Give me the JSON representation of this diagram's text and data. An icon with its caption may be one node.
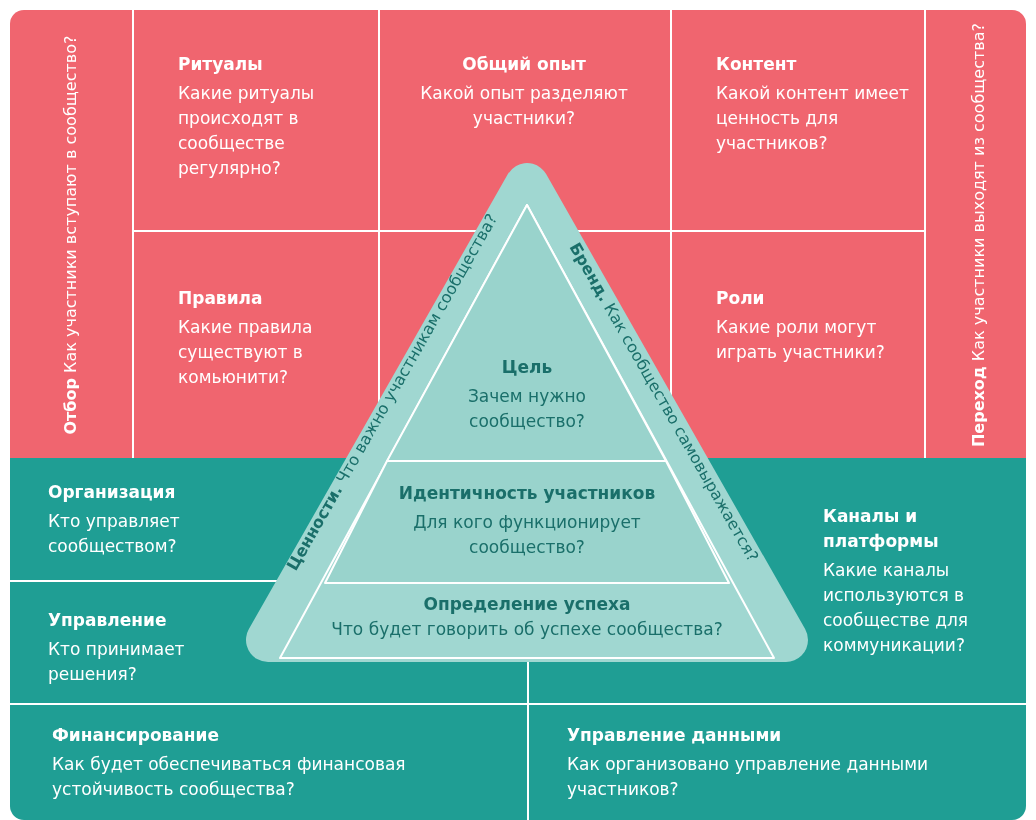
{
  "diagram": {
    "nodes": [
      {
        "text": [
          "Отбор",
          "Как участники вступают в сообщество?"
        ]
      },
      {
        "text": [
          "Ритуалы",
          "Какие ритуалы происходят в сообществе регулярно?"
        ]
      },
      {
        "text": [
          "Общий опыт",
          "Какой опыт разделяют участники?"
        ]
      },
      {
        "text": [
          "Контент",
          "Какой контент имеет ценность для участников?"
        ]
      },
      {
        "text": [
          "Переход",
          "Как участники выходят из сообщества?"
        ]
      },
      {
        "text": [
          "Правила",
          "Какие правила существуют в комьюнити?"
        ]
      },
      {
        "text": [
          "Роли",
          "Какие роли могут играть участники?"
        ]
      },
      {
        "text": [
          "Организация",
          "Кто управляет сообществом?"
        ]
      },
      {
        "text": [
          "Каналы и платформы",
          "Какие каналы используются в сообществе для коммуникации?"
        ]
      },
      {
        "text": [
          "Управление",
          "Кто принимает решения?"
        ]
      },
      {
        "text": [
          "Финансирование",
          "Как будет обеспечиваться финансовая устойчивость сообщества?"
        ]
      },
      {
        "text": [
          "Управление данными",
          "Как организовано управление данными участников?"
        ]
      },
      {
        "text": [
          "Ценности.",
          "Что важно участникам сообщества?"
        ]
      },
      {
        "text": [
          "Бренд.",
          "Как сообщество самовыражается?"
        ]
      },
      {
        "text": [
          "Цель",
          "Зачем нужно сообщество?"
        ]
      },
      {
        "text": [
          "Идентичность участников",
          "Для кого функционирует сообщество?"
        ]
      },
      {
        "text": [
          "Определение успеха",
          "Что будет говорить об успехе сообщества?"
        ]
      }
    ]
  }
}
